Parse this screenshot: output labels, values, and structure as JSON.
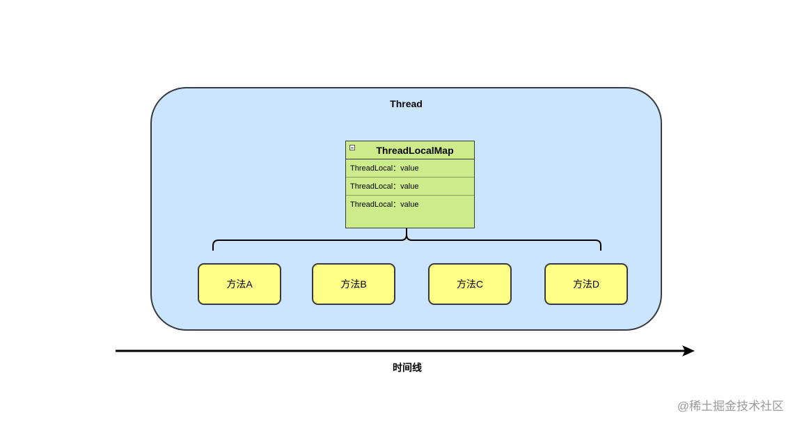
{
  "thread": {
    "title": "Thread"
  },
  "thread_local_map": {
    "title": "ThreadLocalMap",
    "rows": [
      "ThreadLocal：value",
      "ThreadLocal：value",
      "ThreadLocal：value"
    ]
  },
  "methods": [
    "方法A",
    "方法B",
    "方法C",
    "方法D"
  ],
  "timeline": {
    "label": "时间线"
  },
  "watermark": "@稀土掘金技术社区",
  "colors": {
    "thread_fill": "#cce5ff",
    "thread_border": "#36393d",
    "map_fill": "#cdeb8b",
    "method_fill": "#ffff88",
    "arrow": "#000000"
  }
}
